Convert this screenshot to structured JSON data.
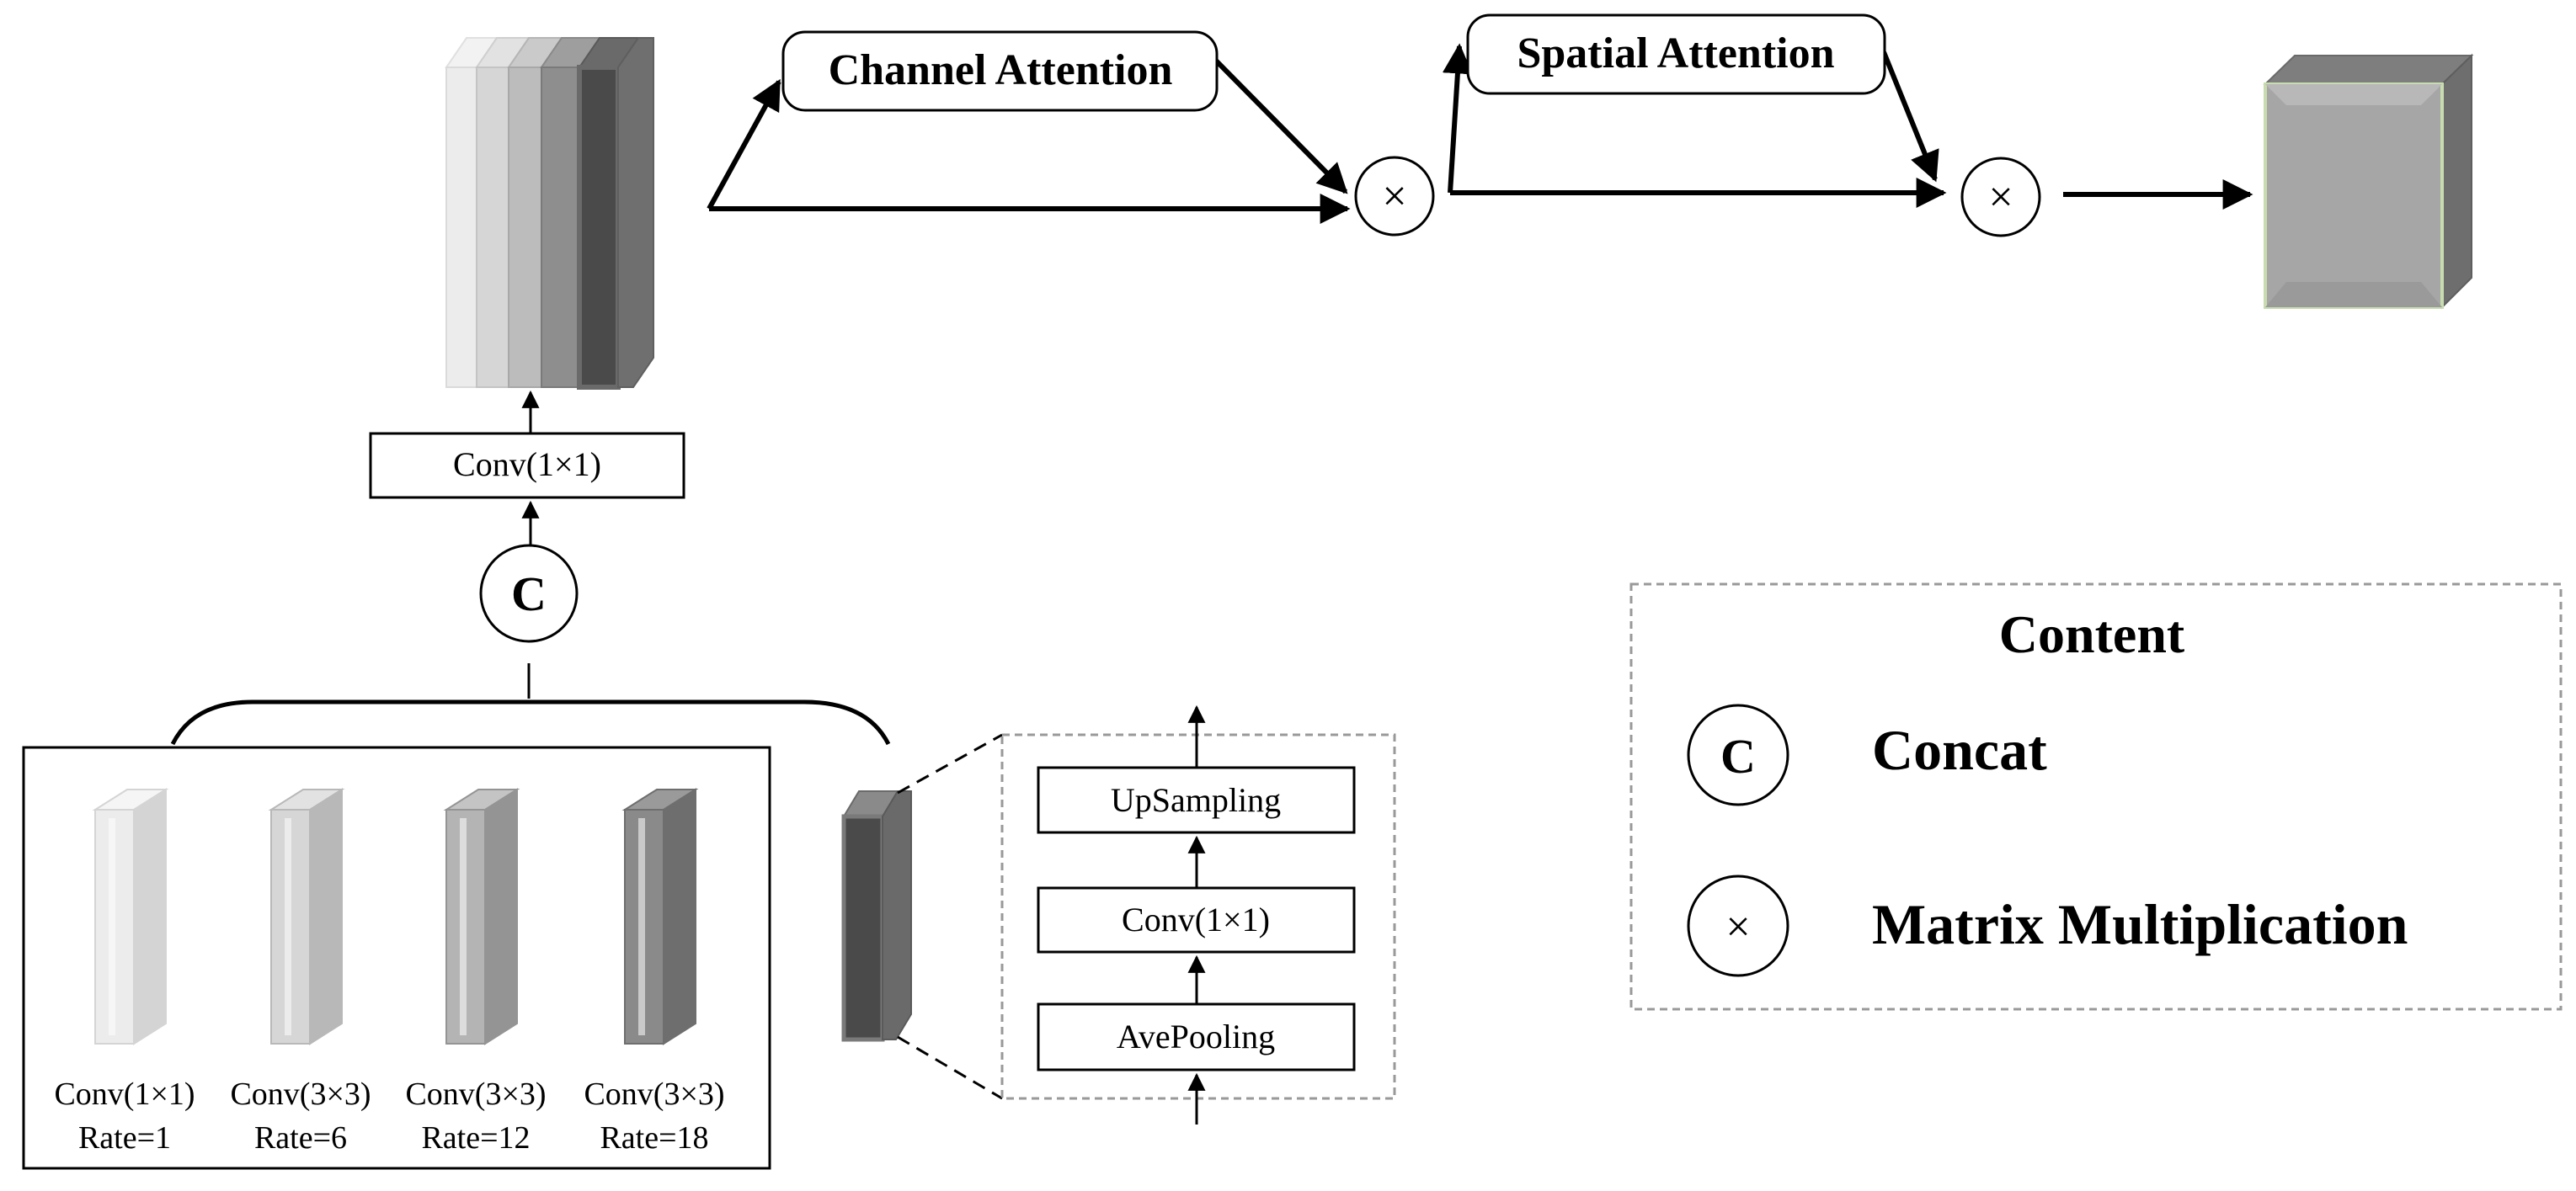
{
  "attention": {
    "channel_label": "Channel Attention",
    "spatial_label": "Spatial Attention",
    "multiply_symbol": "×"
  },
  "fusion": {
    "conv_label": "Conv(1×1)",
    "concat_symbol": "C"
  },
  "branches": [
    {
      "conv": "Conv(1×1)",
      "rate": "Rate=1"
    },
    {
      "conv": "Conv(3×3)",
      "rate": "Rate=6"
    },
    {
      "conv": "Conv(3×3)",
      "rate": "Rate=12"
    },
    {
      "conv": "Conv(3×3)",
      "rate": "Rate=18"
    }
  ],
  "pooling_branch": {
    "upsampling": "UpSampling",
    "conv": "Conv(1×1)",
    "avepooling": "AvePooling"
  },
  "legend": {
    "title": "Content",
    "items": [
      {
        "symbol": "C",
        "label": "Concat"
      },
      {
        "symbol": "×",
        "label": "Matrix Multiplication"
      }
    ]
  },
  "colors": {
    "block_shades": [
      "#ececec",
      "#d6d6d6",
      "#bcbcbc",
      "#8e8e8e",
      "#4a4a4a"
    ],
    "output_cube": "#a6a6a6",
    "output_edge": "#c8dcb0"
  }
}
